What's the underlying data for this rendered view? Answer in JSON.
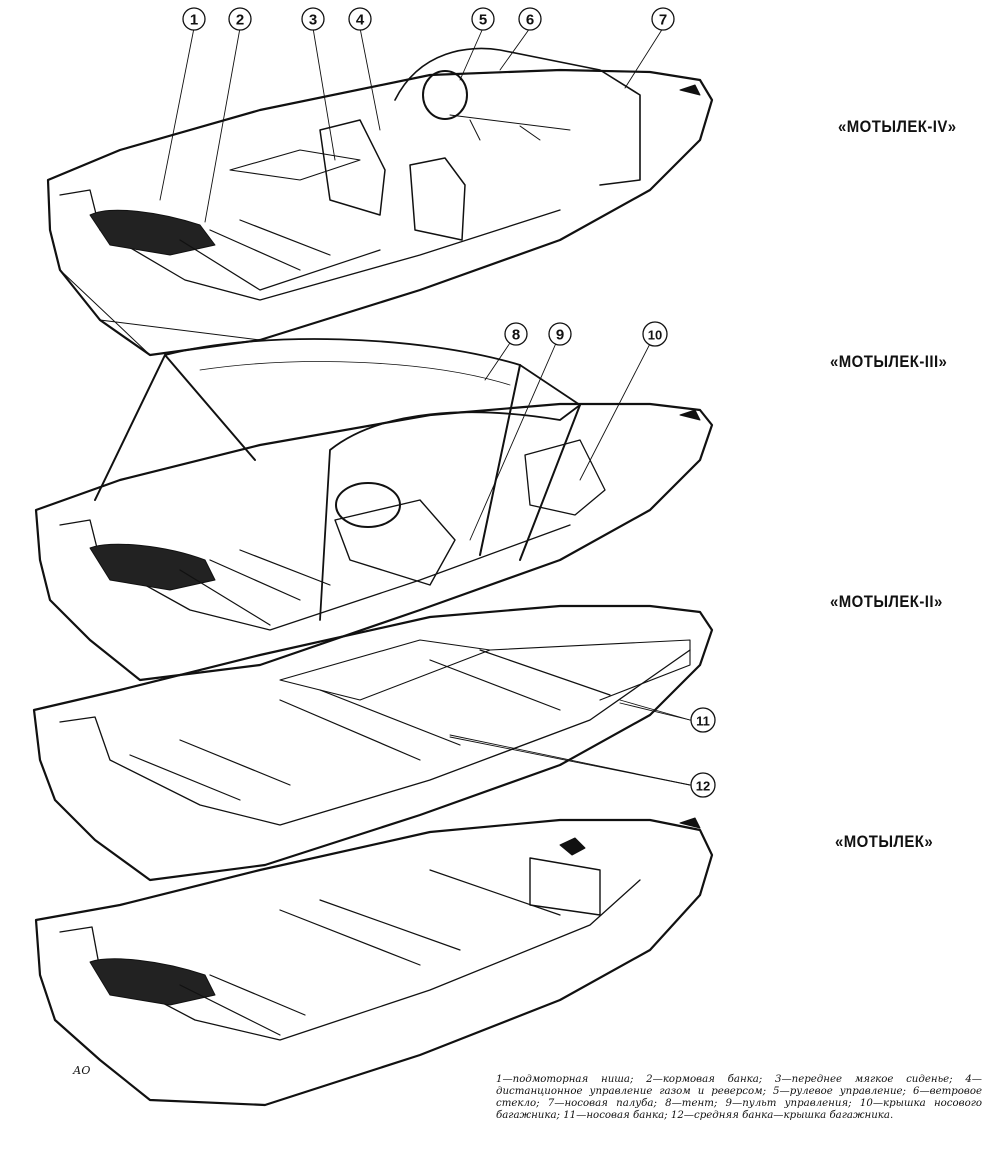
{
  "labels": {
    "m4": "«МОТЫЛЕК-IV»",
    "m3": "«МОТЫЛЕК-III»",
    "m2": "«МОТЫЛЕК-II»",
    "m1": "«МОТЫЛЕК»"
  },
  "callouts": [
    "1",
    "2",
    "3",
    "4",
    "5",
    "6",
    "7",
    "8",
    "9",
    "10",
    "11",
    "12"
  ],
  "signature": "АО",
  "legend": "1—подмоторная ниша; 2—кормовая банка; 3—переднее мягкое сиденье; 4—дистанционное управление газом и реверсом; 5—рулевое управление; 6—ветровое стекло; 7—носовая палуба; 8—тент; 9—пульт управления; 10—крышка носового багажника; 11—носовая банка; 12—средняя банка—крышка багажника.",
  "colors": {
    "ink": "#111111",
    "paper": "#ffffff"
  }
}
